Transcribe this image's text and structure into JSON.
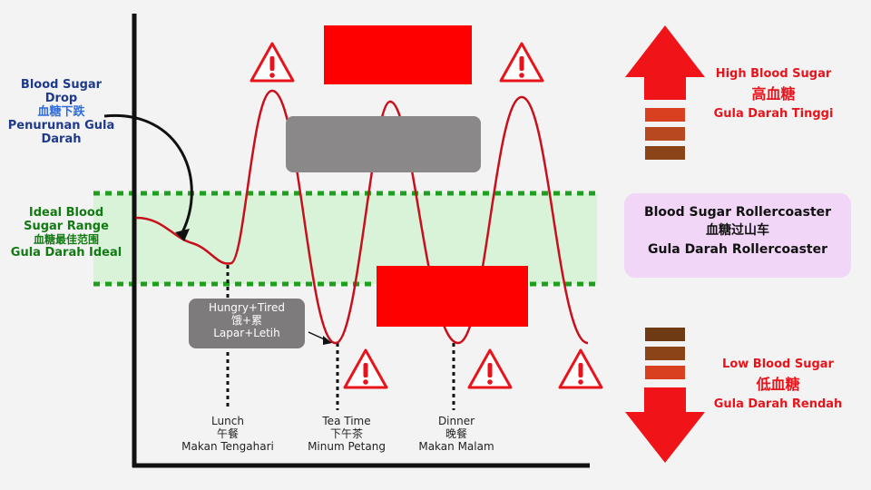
{
  "left_labels": {
    "drop": {
      "line1": "Blood  Sugar",
      "line2": "Drop",
      "line3": "血糖下跌",
      "line4": "Penurunan  Gula",
      "line5": "Darah"
    },
    "ideal": {
      "line1": "Ideal  Blood",
      "line2": "Sugar  Range",
      "line3": "血糖最佳范围",
      "line4": "Gula  Darah  Ideal"
    }
  },
  "hungry_box": {
    "line1": "Hungry+Tired",
    "line2": "饿+累",
    "line3": "Lapar+Letih"
  },
  "meals": [
    {
      "line1": "Lunch",
      "line2": "午餐",
      "line3": "Makan Tengahari"
    },
    {
      "line1": "Tea Time",
      "line2": "下午茶",
      "line3": "Minum Petang"
    },
    {
      "line1": "Dinner",
      "line2": "晚餐",
      "line3": "Makan Malam"
    }
  ],
  "high": {
    "line1": "High Blood Sugar",
    "line2": "高血糖",
    "line3": "Gula Darah Tinggi"
  },
  "low": {
    "line1": "Low Blood Sugar",
    "line2": "低血糖",
    "line3": "Gula Darah Rendah"
  },
  "rollercoaster": {
    "line1": "Blood Sugar  Rollercoaster",
    "line2": "血糖过山车",
    "line3": "Gula Darah  Rollercoaster"
  },
  "warning_icon": "warning-triangle",
  "colors": {
    "curve": "#c8101c",
    "ideal_band": "#d9f3d9",
    "ideal_dots": "#1ea01e",
    "red_box": "#ff0000",
    "gray_box": "#8a8888",
    "arrow_red": "#f01418",
    "roller_box": "#f2d6f7",
    "high_stripes": [
      "#d84020",
      "#b84820",
      "#8a4418",
      "#6e3a14"
    ],
    "low_stripes": [
      "#6e3a14",
      "#8a4418",
      "#b84820",
      "#d84020"
    ]
  }
}
